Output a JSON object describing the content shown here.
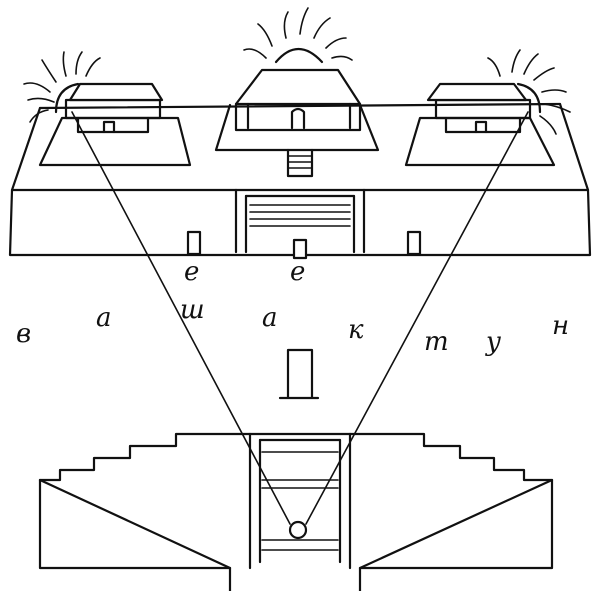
{
  "letters": [
    "в",
    "а",
    "ш",
    "а",
    "к",
    "т",
    "у",
    "н"
  ],
  "pillar_marks": [
    "е",
    "е"
  ],
  "colors": {
    "ink": "#111111",
    "paper": "#ffffff"
  },
  "icons": {
    "left_sun": "rising-sun-icon",
    "center_sun": "rising-sun-icon",
    "right_sun": "rising-sun-icon"
  }
}
